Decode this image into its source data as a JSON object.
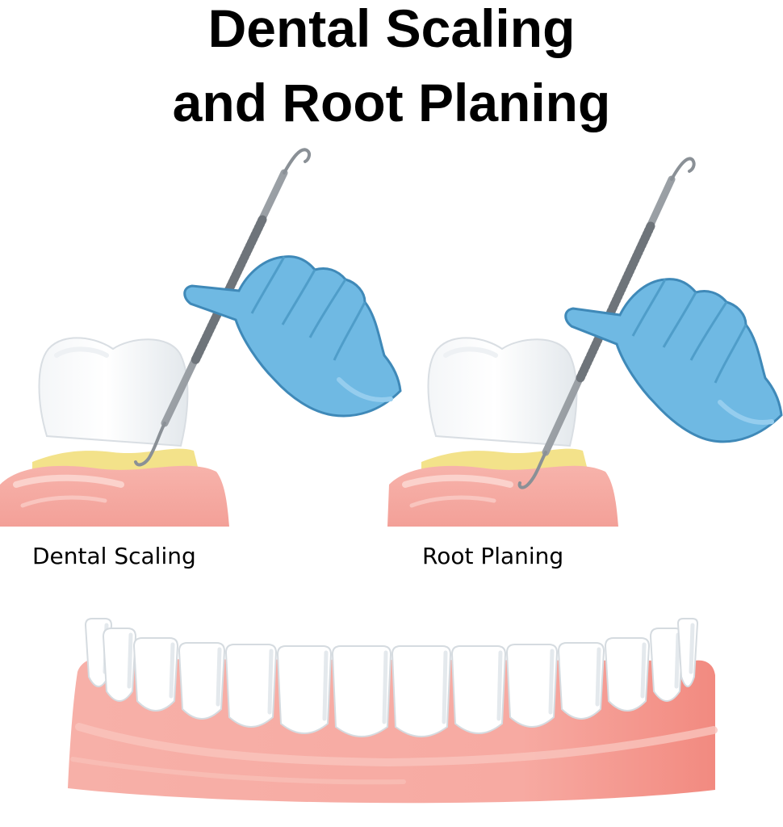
{
  "title": {
    "line1": "Dental Scaling",
    "line2": "and Root Planing"
  },
  "panels": [
    {
      "caption": "Dental Scaling"
    },
    {
      "caption": "Root Planing"
    }
  ],
  "colors": {
    "glove": "#6fb9e3",
    "glove_shadow": "#4f9dc9",
    "gum": "#f4a8a0",
    "gum_light": "#f9c4bd",
    "tartar": "#f3e28a",
    "tooth": "#ffffff",
    "tooth_shadow": "#e6ebef",
    "instrument": "#8a9096"
  }
}
